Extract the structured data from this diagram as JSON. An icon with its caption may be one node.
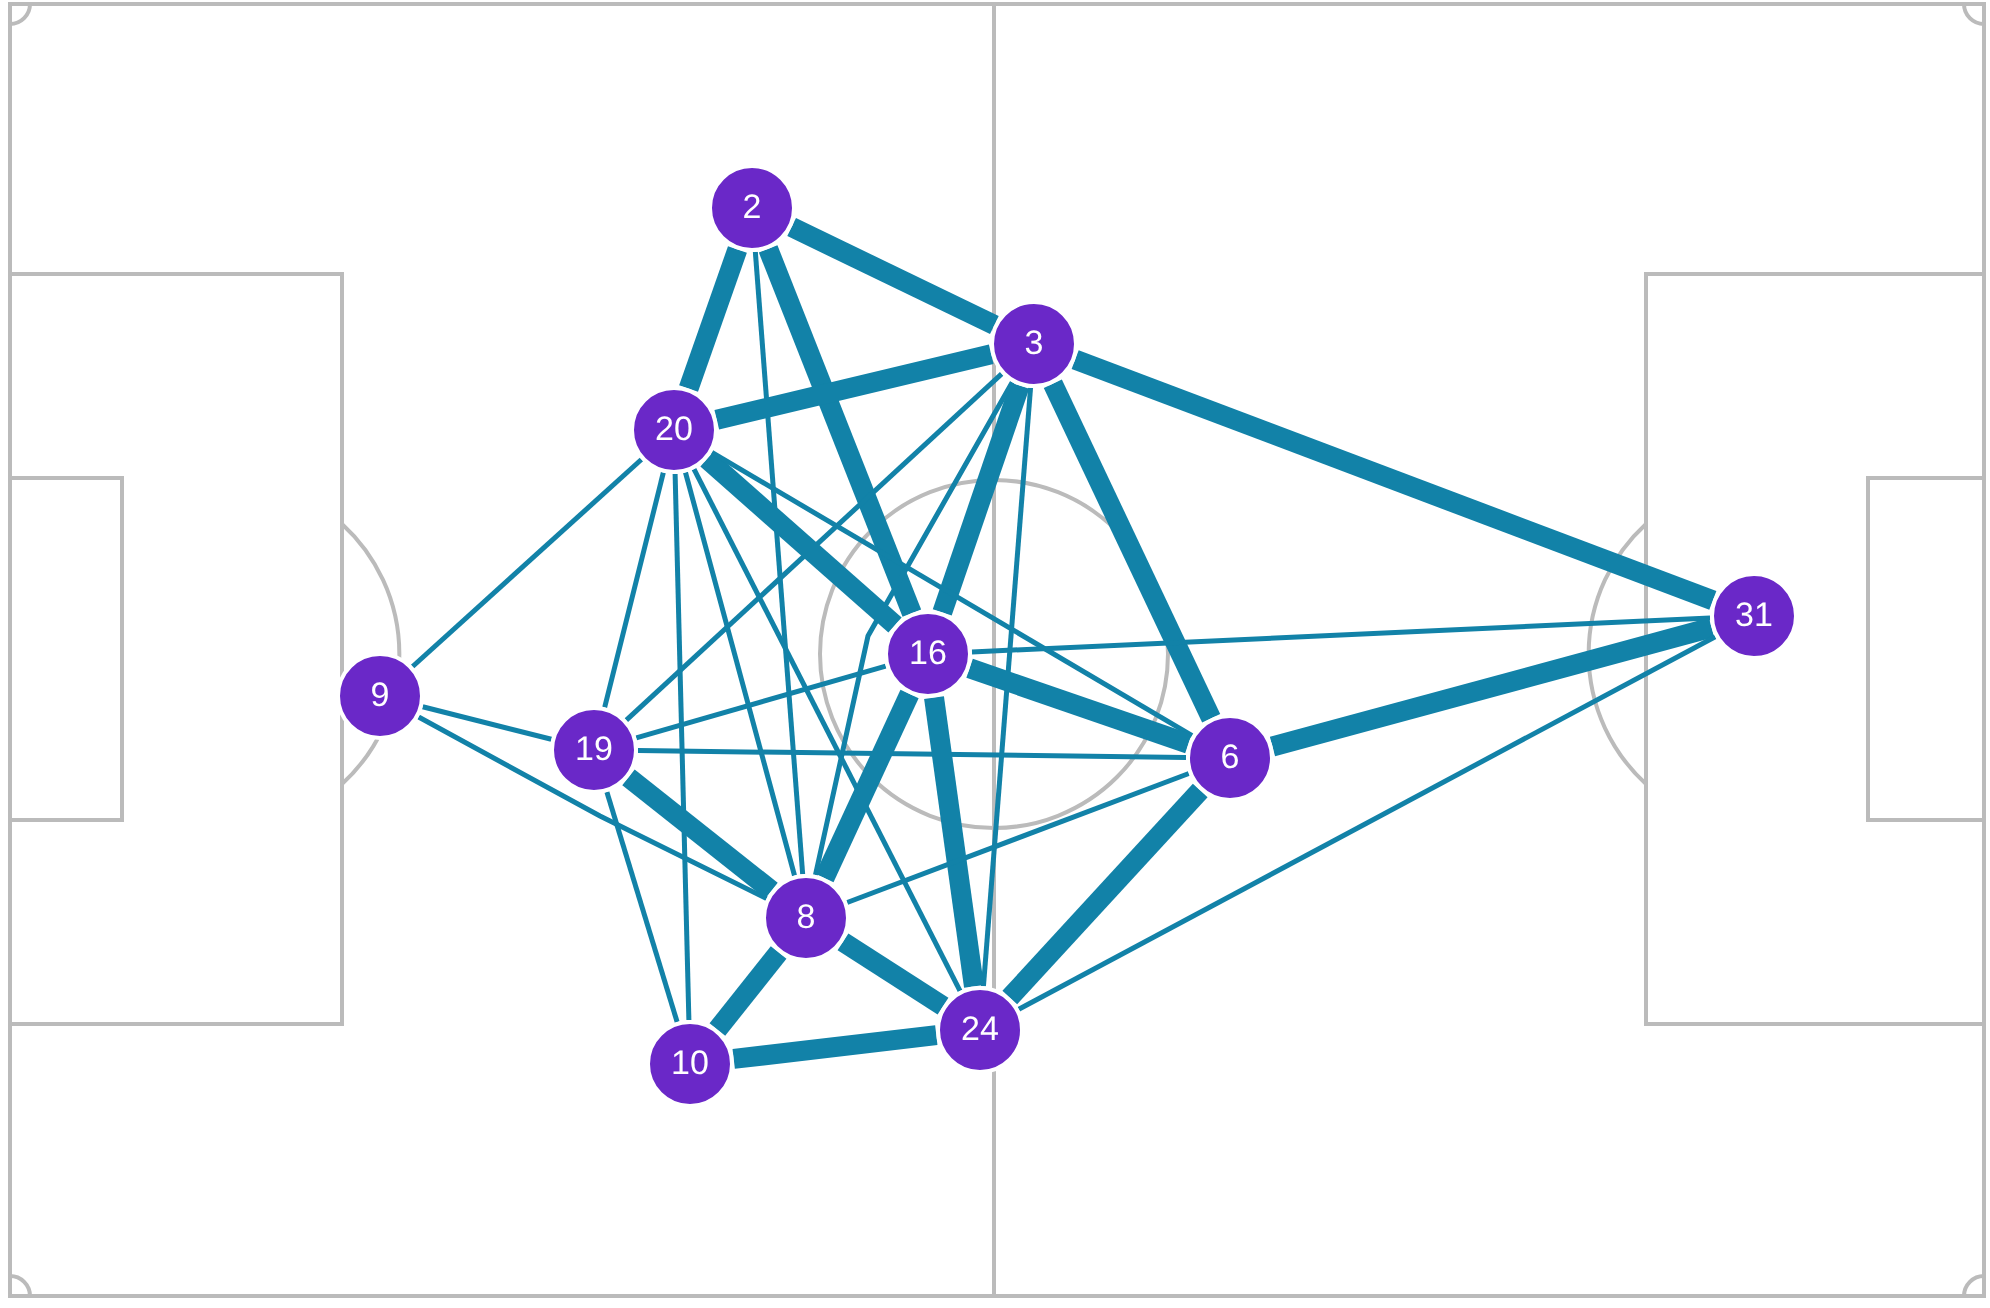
{
  "diagram": {
    "nodes": [
      {
        "text": [
          "2"
        ]
      },
      {
        "text": [
          "3"
        ]
      },
      {
        "text": [
          "20"
        ]
      },
      {
        "text": [
          "9"
        ]
      },
      {
        "text": [
          "16"
        ]
      },
      {
        "text": [
          "31"
        ]
      },
      {
        "text": [
          "19"
        ]
      },
      {
        "text": [
          "6"
        ]
      },
      {
        "text": [
          "8"
        ]
      },
      {
        "text": [
          "24"
        ]
      },
      {
        "text": [
          "10"
        ]
      }
    ],
    "edges": [
      {
        "from": 0,
        "to": 1,
        "arrow": "none",
        "style": "thick"
      },
      {
        "from": 0,
        "to": 2,
        "arrow": "none",
        "style": "thick"
      },
      {
        "from": 0,
        "to": 4,
        "arrow": "none",
        "style": "thick"
      },
      {
        "from": 0,
        "to": 8,
        "arrow": "none"
      },
      {
        "from": 1,
        "to": 2,
        "arrow": "none",
        "style": "thick"
      },
      {
        "from": 1,
        "to": 5,
        "arrow": "none",
        "style": "thick"
      },
      {
        "from": 1,
        "to": 7,
        "arrow": "none",
        "style": "thick"
      },
      {
        "from": 1,
        "to": 4,
        "arrow": "none",
        "style": "thick"
      },
      {
        "from": 1,
        "to": 9,
        "arrow": "none"
      },
      {
        "from": 1,
        "to": 6,
        "arrow": "none"
      },
      {
        "from": 1,
        "to": 8,
        "arrow": "none"
      },
      {
        "from": 2,
        "to": 3,
        "arrow": "none"
      },
      {
        "from": 2,
        "to": 6,
        "arrow": "none"
      },
      {
        "from": 2,
        "to": 10,
        "arrow": "none"
      },
      {
        "from": 2,
        "to": 8,
        "arrow": "none"
      },
      {
        "from": 2,
        "to": 9,
        "arrow": "none"
      },
      {
        "from": 2,
        "to": 4,
        "arrow": "none",
        "style": "thick"
      },
      {
        "from": 2,
        "to": 7,
        "arrow": "none"
      },
      {
        "from": 3,
        "to": 6,
        "arrow": "none"
      },
      {
        "from": 3,
        "to": 8,
        "arrow": "none"
      },
      {
        "from": 6,
        "to": 4,
        "arrow": "none"
      },
      {
        "from": 6,
        "to": 7,
        "arrow": "none"
      },
      {
        "from": 6,
        "to": 8,
        "arrow": "none",
        "style": "thick"
      },
      {
        "from": 6,
        "to": 10,
        "arrow": "none"
      },
      {
        "from": 4,
        "to": 5,
        "arrow": "none"
      },
      {
        "from": 4,
        "to": 7,
        "arrow": "none",
        "style": "thick"
      },
      {
        "from": 4,
        "to": 9,
        "arrow": "none",
        "style": "thick"
      },
      {
        "from": 4,
        "to": 8,
        "arrow": "none",
        "style": "thick"
      },
      {
        "from": 7,
        "to": 5,
        "arrow": "none",
        "style": "thick"
      },
      {
        "from": 7,
        "to": 9,
        "arrow": "none",
        "style": "thick"
      },
      {
        "from": 7,
        "to": 8,
        "arrow": "none"
      },
      {
        "from": 9,
        "to": 5,
        "arrow": "none"
      },
      {
        "from": 9,
        "to": 8,
        "arrow": "none",
        "style": "thick"
      },
      {
        "from": 9,
        "to": 10,
        "arrow": "none",
        "style": "thick"
      },
      {
        "from": 10,
        "to": 8,
        "arrow": "none",
        "style": "thick"
      }
    ]
  }
}
